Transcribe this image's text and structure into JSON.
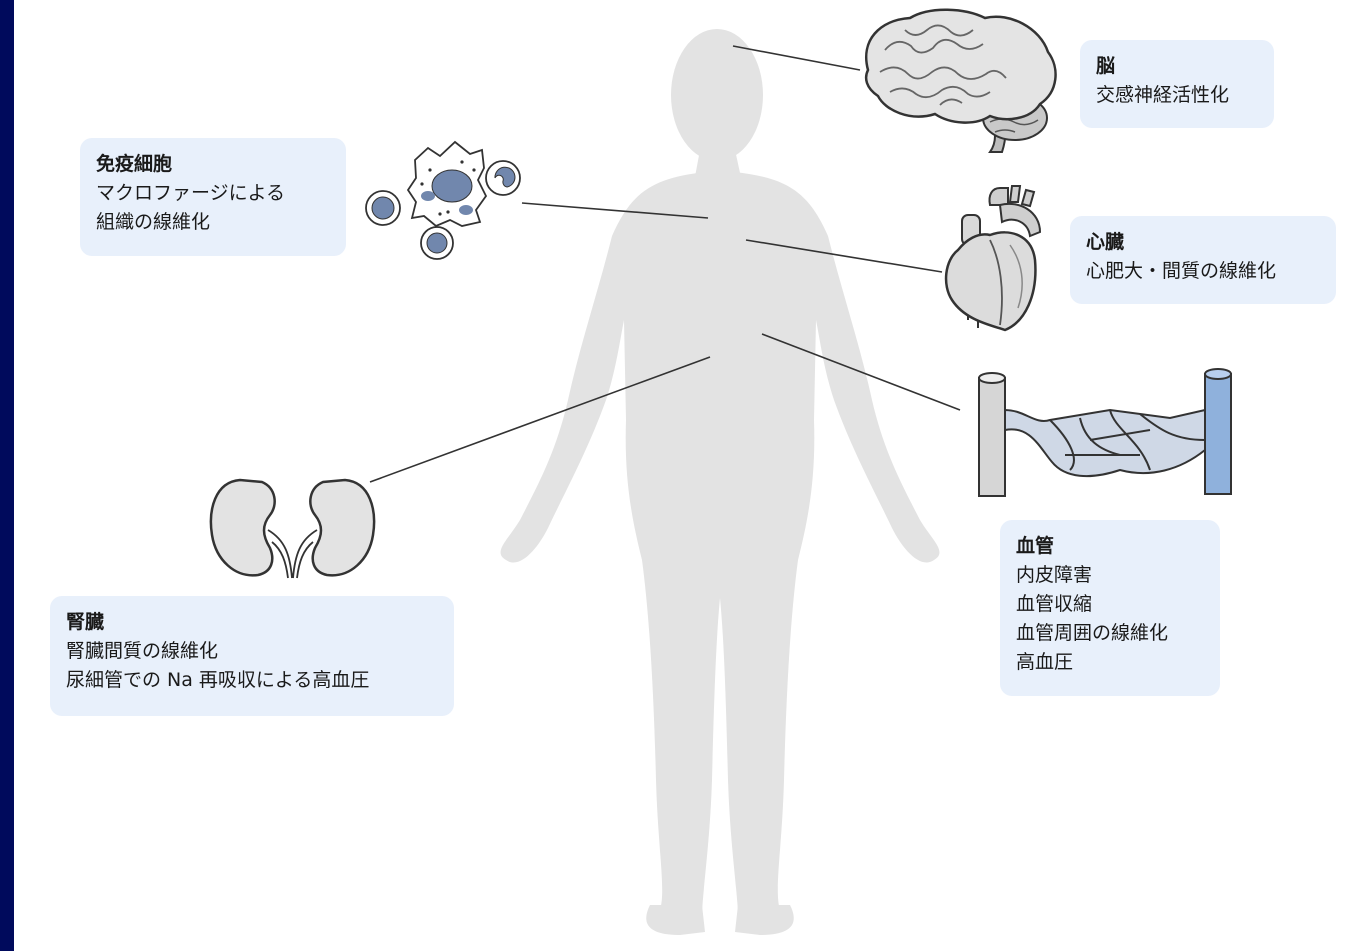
{
  "boxes": {
    "brain": {
      "title": "脳",
      "lines": [
        "交感神経活性化"
      ]
    },
    "immune": {
      "title": "免疫細胞",
      "lines": [
        "マクロファージによる",
        "組織の線維化"
      ]
    },
    "heart": {
      "title": "心臓",
      "lines": [
        "心肥大・間質の線維化"
      ]
    },
    "vessel": {
      "title": "血管",
      "lines": [
        "内皮障害",
        "血管収縮",
        "血管周囲の線維化",
        "高血圧"
      ]
    },
    "kidney": {
      "title": "腎臓",
      "lines": [
        "腎臓間質の線維化",
        "尿細管での Na 再吸収による高血圧"
      ]
    }
  },
  "colors": {
    "frame": "#000a5c",
    "label_box": "#e8f0fb",
    "body_silhouette": "#e3e3e3",
    "cell_nucleus": "#7187ad",
    "vein": "#8fb1dc"
  },
  "icons": [
    "body-silhouette",
    "brain-icon",
    "immune-cells-icon",
    "heart-icon",
    "blood-vessel-icon",
    "kidney-icon"
  ]
}
